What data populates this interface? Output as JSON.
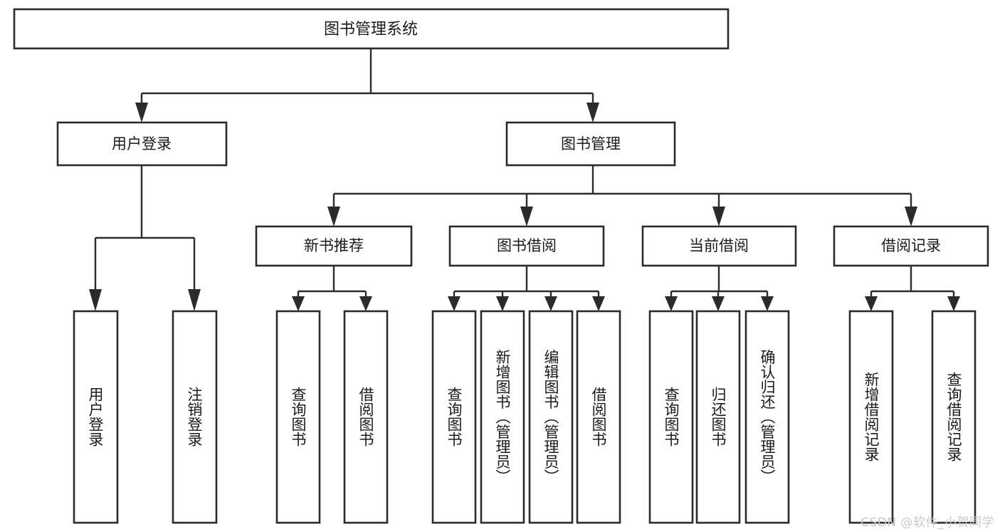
{
  "diagram": {
    "type": "tree",
    "title": "图书管理系统",
    "watermark": "CSDN @软件_小贺同学",
    "colors": {
      "box_stroke": "#2b2b2b",
      "box_fill": "#ffffff",
      "text": "#1a1a1a",
      "background": "#ffffff",
      "watermark": "#c9c9c9"
    },
    "levels": {
      "root": {
        "label": "图书管理系统"
      },
      "level2": [
        {
          "label": "用户登录"
        },
        {
          "label": "图书管理"
        }
      ],
      "level3": [
        {
          "label": "新书推荐"
        },
        {
          "label": "图书借阅"
        },
        {
          "label": "当前借阅"
        },
        {
          "label": "借阅记录"
        }
      ],
      "leaves": [
        {
          "label": "用户登录",
          "parent": "用户登录"
        },
        {
          "label": "注销登录",
          "parent": "用户登录"
        },
        {
          "label": "查询图书",
          "parent": "新书推荐"
        },
        {
          "label": "借阅图书",
          "parent": "新书推荐"
        },
        {
          "label": "查询图书",
          "parent": "图书借阅"
        },
        {
          "label": "新增图书（管理员）",
          "parent": "图书借阅"
        },
        {
          "label": "编辑图书（管理员）",
          "parent": "图书借阅"
        },
        {
          "label": "借阅图书",
          "parent": "图书借阅"
        },
        {
          "label": "查询图书",
          "parent": "当前借阅"
        },
        {
          "label": "归还图书",
          "parent": "当前借阅"
        },
        {
          "label": "确认归还（管理员）",
          "parent": "当前借阅"
        },
        {
          "label": "新增借阅记录",
          "parent": "借阅记录"
        },
        {
          "label": "查询借阅记录",
          "parent": "借阅记录"
        }
      ]
    }
  }
}
